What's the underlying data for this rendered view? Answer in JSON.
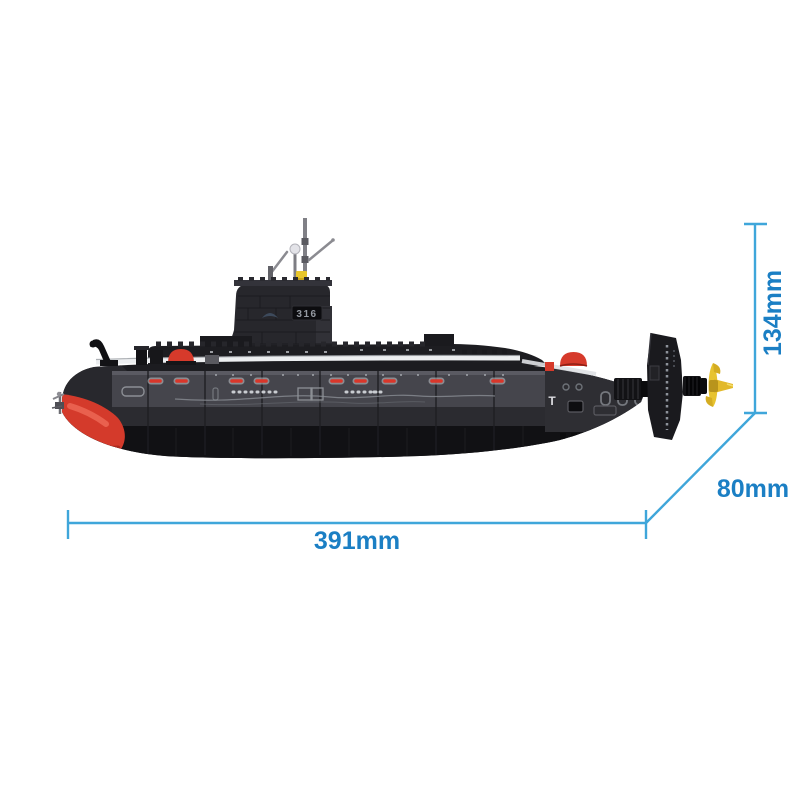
{
  "image": {
    "type": "product-dimension-photo",
    "subject": "Black building-brick naval submarine model, side view on white background",
    "background": "#ffffff"
  },
  "product": {
    "sail_marking": "316",
    "stern_marking": "T",
    "visible_parts": [
      "hull",
      "bow-sonar-dome",
      "deck-casing",
      "conning-tower-sail",
      "periscope-masts",
      "tail-fin",
      "propeller",
      "deck-hatches"
    ]
  },
  "dimensions": {
    "length_label": "391mm",
    "height_label": "134mm",
    "depth_label": "80mm"
  },
  "colors": {
    "dimension_line": "#3fa6da",
    "dimension_text": "#1b7fc4",
    "hull_black": "#1c1c20",
    "panel_gray": "#45454c",
    "stripe_white": "#eceef0",
    "accent_red": "#d63a2b",
    "propeller_yellow": "#e7c32f"
  }
}
